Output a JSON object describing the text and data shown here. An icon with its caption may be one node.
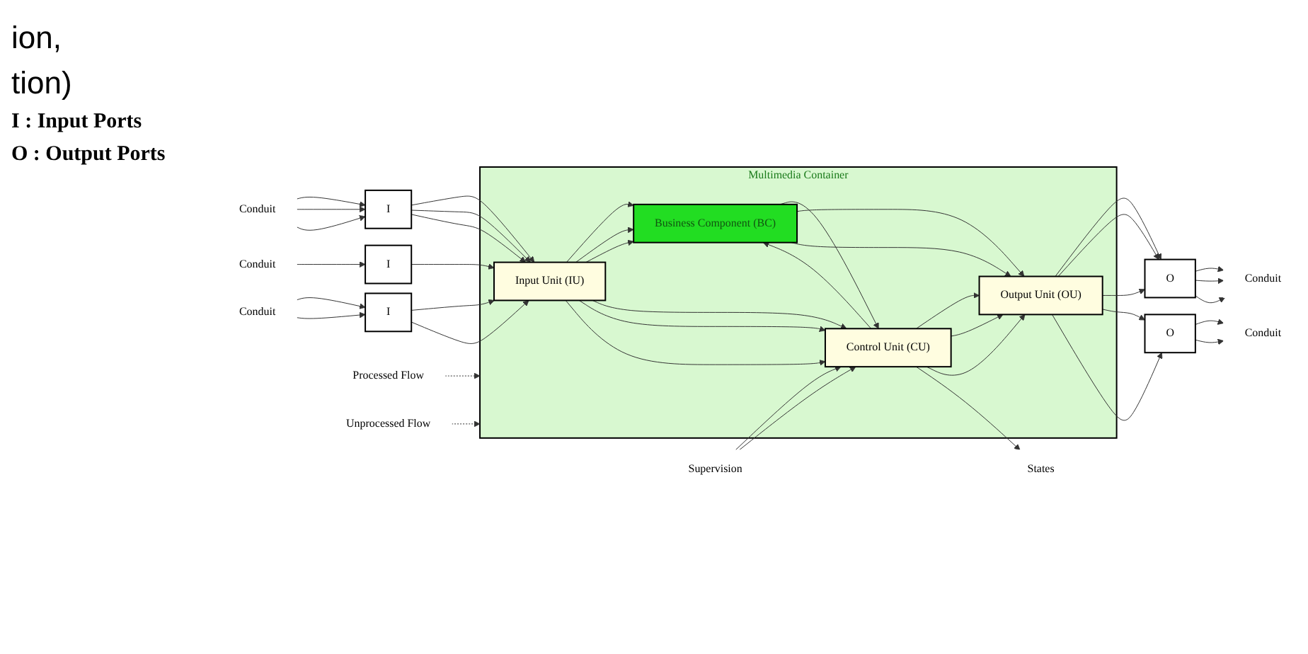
{
  "diagram": {
    "nodes": [
      {
        "text": [
          "Multimedia Container"
        ]
      },
      {
        "text": [
          "I"
        ]
      },
      {
        "text": [
          "I"
        ]
      },
      {
        "text": [
          "I"
        ]
      },
      {
        "text": [
          "Input Unit (IU)"
        ],
        "in": 0
      },
      {
        "text": [
          "Business Component (BC)"
        ],
        "in": 0
      },
      {
        "text": [
          "Control Unit (CU)"
        ],
        "in": 0
      },
      {
        "text": [
          "Output Unit (OU)"
        ],
        "in": 0
      },
      {
        "text": [
          "O"
        ]
      },
      {
        "text": [
          "O"
        ]
      },
      {
        "text": [
          "Conduit"
        ]
      },
      {
        "text": [
          "Conduit"
        ]
      },
      {
        "text": [
          "Conduit"
        ]
      },
      {
        "text": [
          "Conduit"
        ]
      },
      {
        "text": [
          "Conduit"
        ]
      },
      {
        "text": [
          "Supervision"
        ]
      },
      {
        "text": [
          "States"
        ]
      },
      {
        "text": [
          "Processed Flow"
        ]
      },
      {
        "text": [
          "Unprocessed Flow"
        ]
      }
    ],
    "edges": [
      {
        "from": 10,
        "to": 1,
        "arrow": "to"
      },
      {
        "from": 10,
        "to": 1,
        "arrow": "to"
      },
      {
        "from": 10,
        "to": 1,
        "arrow": "to"
      },
      {
        "from": 11,
        "to": 2,
        "arrow": "to"
      },
      {
        "from": 12,
        "to": 3,
        "arrow": "to"
      },
      {
        "from": 12,
        "to": 3,
        "arrow": "to"
      },
      {
        "from": 1,
        "to": 4,
        "arrow": "to"
      },
      {
        "from": 1,
        "to": 4,
        "arrow": "to"
      },
      {
        "from": 1,
        "to": 4,
        "arrow": "to"
      },
      {
        "from": 2,
        "to": 4,
        "arrow": "to"
      },
      {
        "from": 3,
        "to": 4,
        "arrow": "to"
      },
      {
        "from": 3,
        "to": 4,
        "arrow": "to"
      },
      {
        "from": 4,
        "to": 5,
        "arrow": "to"
      },
      {
        "from": 4,
        "to": 5,
        "arrow": "to"
      },
      {
        "from": 4,
        "to": 5,
        "arrow": "to"
      },
      {
        "from": 4,
        "to": 6,
        "arrow": "to"
      },
      {
        "from": 4,
        "to": 6,
        "arrow": "to"
      },
      {
        "from": 4,
        "to": 6,
        "arrow": "to"
      },
      {
        "from": 6,
        "to": 5,
        "arrow": "to"
      },
      {
        "from": 5,
        "to": 6,
        "arrow": "to"
      },
      {
        "from": 5,
        "to": 7,
        "arrow": "to"
      },
      {
        "from": 5,
        "to": 7,
        "arrow": "to"
      },
      {
        "from": 6,
        "to": 7,
        "arrow": "to"
      },
      {
        "from": 6,
        "to": 7,
        "arrow": "to"
      },
      {
        "from": 6,
        "to": 7,
        "arrow": "to"
      },
      {
        "from": 7,
        "to": 8,
        "arrow": "to"
      },
      {
        "from": 7,
        "to": 8,
        "arrow": "to"
      },
      {
        "from": 7,
        "to": 8,
        "arrow": "to"
      },
      {
        "from": 7,
        "to": 9,
        "arrow": "to"
      },
      {
        "from": 7,
        "to": 9,
        "arrow": "to"
      },
      {
        "from": 8,
        "to": 13,
        "arrow": "to"
      },
      {
        "from": 8,
        "to": 13,
        "arrow": "to"
      },
      {
        "from": 8,
        "to": 13,
        "arrow": "to"
      },
      {
        "from": 9,
        "to": 14,
        "arrow": "to"
      },
      {
        "from": 9,
        "to": 14,
        "arrow": "to"
      },
      {
        "from": 15,
        "to": 6,
        "arrow": "to"
      },
      {
        "from": 15,
        "to": 6,
        "arrow": "to"
      },
      {
        "from": 6,
        "to": 16,
        "arrow": "to"
      },
      {
        "from": 17,
        "to": 0,
        "arrow": "to",
        "style": "dashed"
      },
      {
        "from": 18,
        "to": 0,
        "arrow": "to",
        "style": "dashed"
      }
    ],
    "labels": [
      "ion,",
      "tion)",
      "I : Input Ports",
      "O : Output Ports"
    ]
  }
}
